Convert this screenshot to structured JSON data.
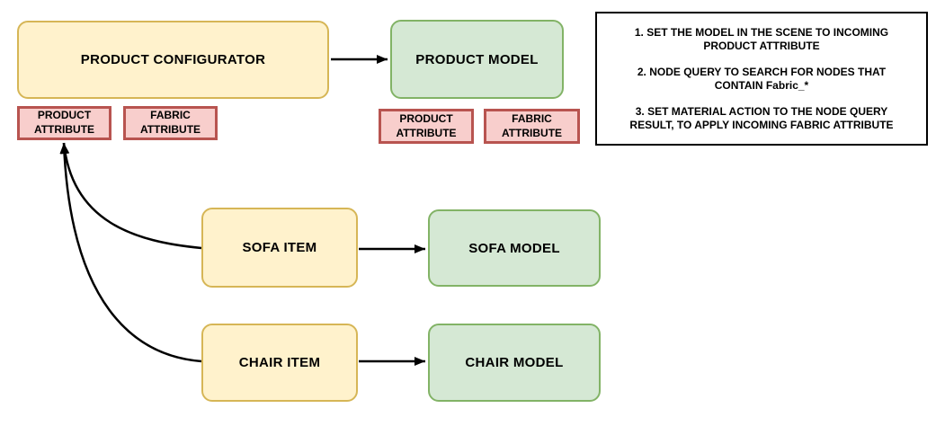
{
  "diagram": {
    "title": "Product configurator attribute flow",
    "colors": {
      "yellow_fill": "#FFF2CC",
      "yellow_border": "#D6B656",
      "green_fill": "#D5E8D4",
      "green_border": "#82B366",
      "red_fill": "#F8CECC",
      "red_border": "#B85450",
      "arrow": "#000000",
      "notes_border": "#000000",
      "notes_fill": "#FFFFFF"
    },
    "nodes": {
      "product_configurator": {
        "label": "PRODUCT CONFIGURATOR"
      },
      "product_model": {
        "label": "PRODUCT MODEL"
      },
      "sofa_item": {
        "label": "SOFA ITEM"
      },
      "sofa_model": {
        "label": "SOFA MODEL"
      },
      "chair_item": {
        "label": "CHAIR ITEM"
      },
      "chair_model": {
        "label": "CHAIR MODEL"
      }
    },
    "attributes": {
      "configurator_product": {
        "label": "PRODUCT ATTRIBUTE"
      },
      "configurator_fabric": {
        "label": "FABRIC ATTRIBUTE"
      },
      "model_product": {
        "label": "PRODUCT ATTRIBUTE"
      },
      "model_fabric": {
        "label": "FABRIC ATTRIBUTE"
      }
    },
    "notes": {
      "p1_line1": "1. SET THE MODEL IN THE SCENE TO INCOMING",
      "p1_line2": "PRODUCT ATTRIBUTE",
      "p2_line1": "2. NODE QUERY TO SEARCH FOR NODES THAT",
      "p2_line2": "CONTAIN Fabric_*",
      "p3_line1": "3. SET MATERIAL ACTION TO THE NODE QUERY",
      "p3_line2": "RESULT, TO APPLY INCOMING FABRIC ATTRIBUTE"
    },
    "edges": [
      {
        "from": "product_configurator",
        "to": "product_model"
      },
      {
        "from": "sofa_item",
        "to": "sofa_model"
      },
      {
        "from": "chair_item",
        "to": "chair_model"
      },
      {
        "from": "sofa_item",
        "to": "configurator_product_attribute"
      },
      {
        "from": "chair_item",
        "to": "configurator_product_attribute"
      }
    ]
  }
}
